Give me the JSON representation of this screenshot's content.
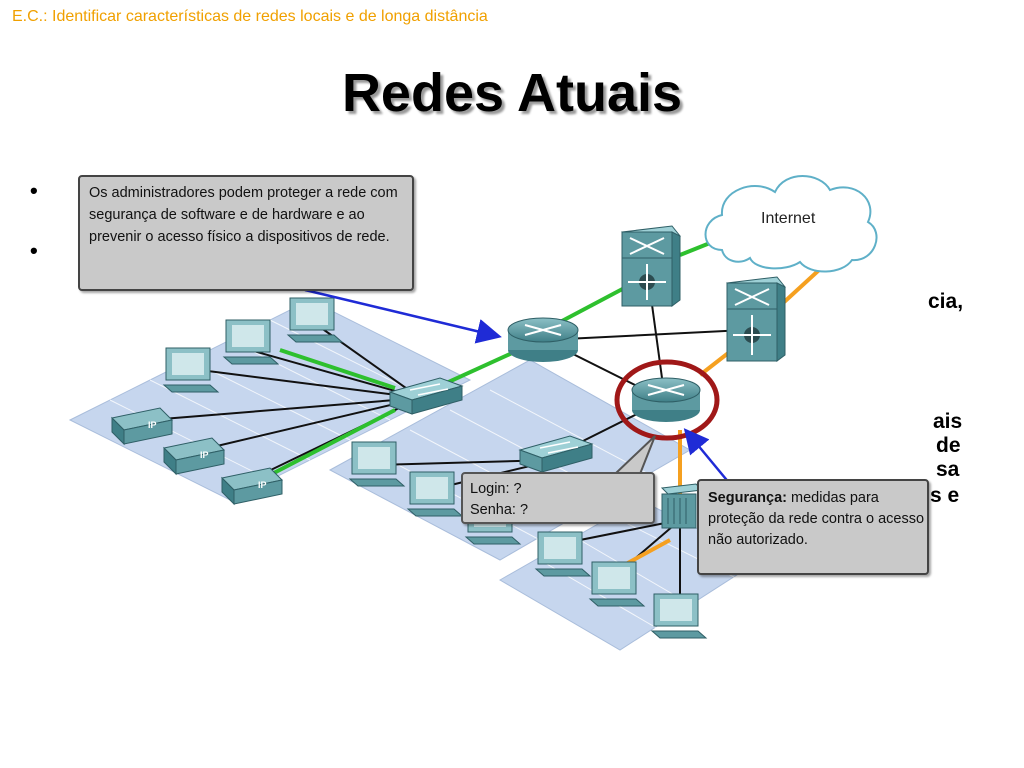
{
  "header": {
    "ec_text": "E.C.: Identificar características de redes locais e de longa distância",
    "title": "Redes Atuais"
  },
  "bullets": [
    "•",
    "•"
  ],
  "background_fragments": [
    "cia,",
    "ais",
    "de",
    "sa",
    "s e"
  ],
  "callouts": {
    "admin": "Os administradores podem proteger a rede com segurança de software e de hardware e ao prevenir o acesso físico a dispositivos de rede.",
    "login_label": "Login:",
    "login_value": "?",
    "password_label": "Senha:",
    "password_value": "?",
    "security_label": "Segurança:",
    "security_text": "medidas para proteção da rede contra o acesso não autorizado."
  },
  "diagram": {
    "cloud_label": "Internet"
  },
  "colors": {
    "ec_text": "#f0a000",
    "green_link": "#2ec02e",
    "orange_link": "#f5a020",
    "blue_arrow": "#1f2bd6",
    "highlight_ring": "#a01818",
    "floor": "#c6d6ee",
    "device": "#5d9aa1"
  }
}
